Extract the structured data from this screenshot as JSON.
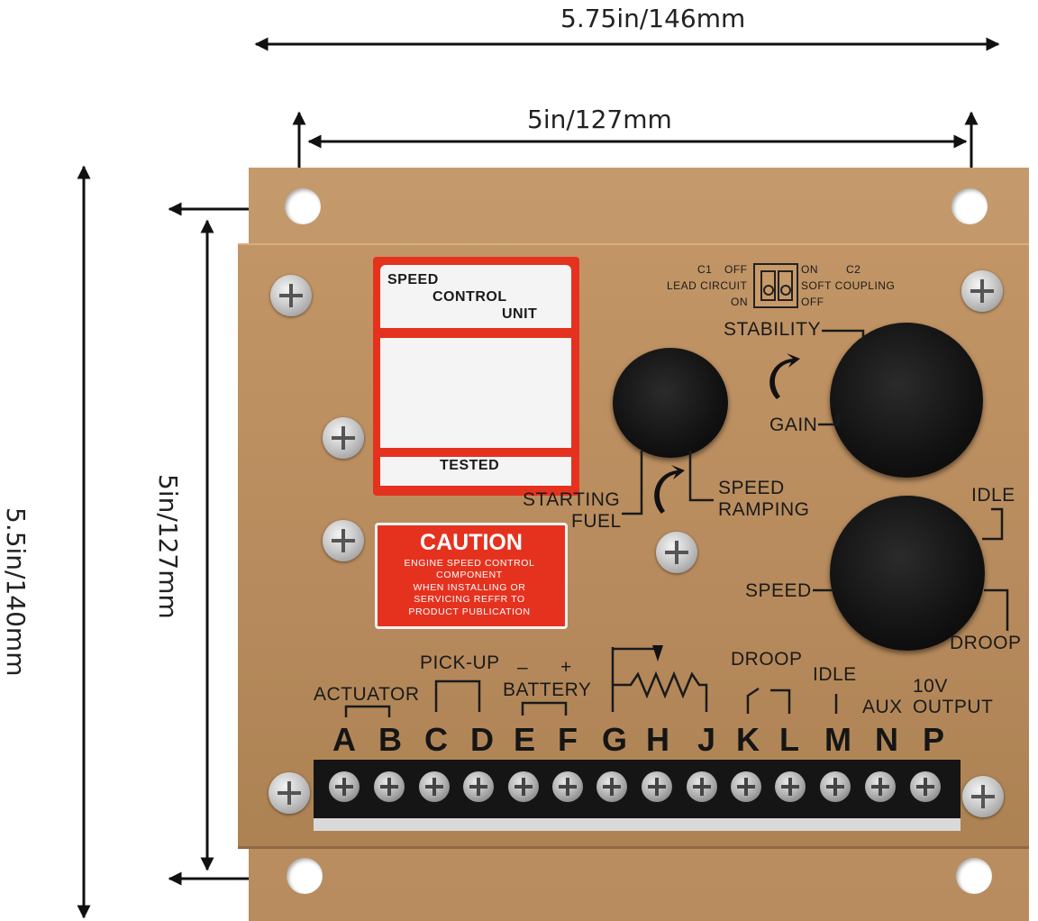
{
  "dimensions": {
    "overall_width": "5.75in/146mm",
    "panel_width": "5in/127mm",
    "overall_height": "5.5in/140mm",
    "panel_height": "5in/127mm"
  },
  "label_sticker": {
    "line1": "SPEED",
    "line2": "CONTROL",
    "line3": "UNIT",
    "footer": "TESTED"
  },
  "caution_sticker": {
    "title": "CAUTION",
    "lines": [
      "ENGINE SPEED CONTROL",
      "COMPONENT",
      "WHEN INSTALLING OR",
      "SERVICING REFFR TO",
      "PRODUCT PUBLICATION"
    ]
  },
  "switch_block": {
    "c1": "C1",
    "off_left": "OFF",
    "lead_circuit": "LEAD CIRCUIT",
    "on_left": "ON",
    "on_right": "ON",
    "c2": "C2",
    "soft_coupling": "SOFT COUPLING",
    "off_right": "OFF"
  },
  "knob_labels": {
    "stability": "STABILITY",
    "gain": "GAIN",
    "starting": "STARTING",
    "fuel": "FUEL",
    "speed_ramping_1": "SPEED",
    "speed_ramping_2": "RAMPING",
    "idle": "IDLE",
    "speed": "SPEED",
    "droop": "DROOP"
  },
  "terminal_groups": {
    "actuator": "ACTUATOR",
    "pickup": "PICK-UP",
    "battery": "BATTERY",
    "minus": "–",
    "plus": "+",
    "droop": "DROOP",
    "idle": "IDLE",
    "aux": "AUX",
    "out_1": "10V",
    "out_2": "OUTPUT"
  },
  "terminals": [
    "A",
    "B",
    "C",
    "D",
    "E",
    "F",
    "G",
    "H",
    "J",
    "K",
    "L",
    "M",
    "N",
    "P"
  ],
  "colors": {
    "panel": "#b88c5e",
    "sticker_red": "#e4321f",
    "knob": "#111111"
  }
}
